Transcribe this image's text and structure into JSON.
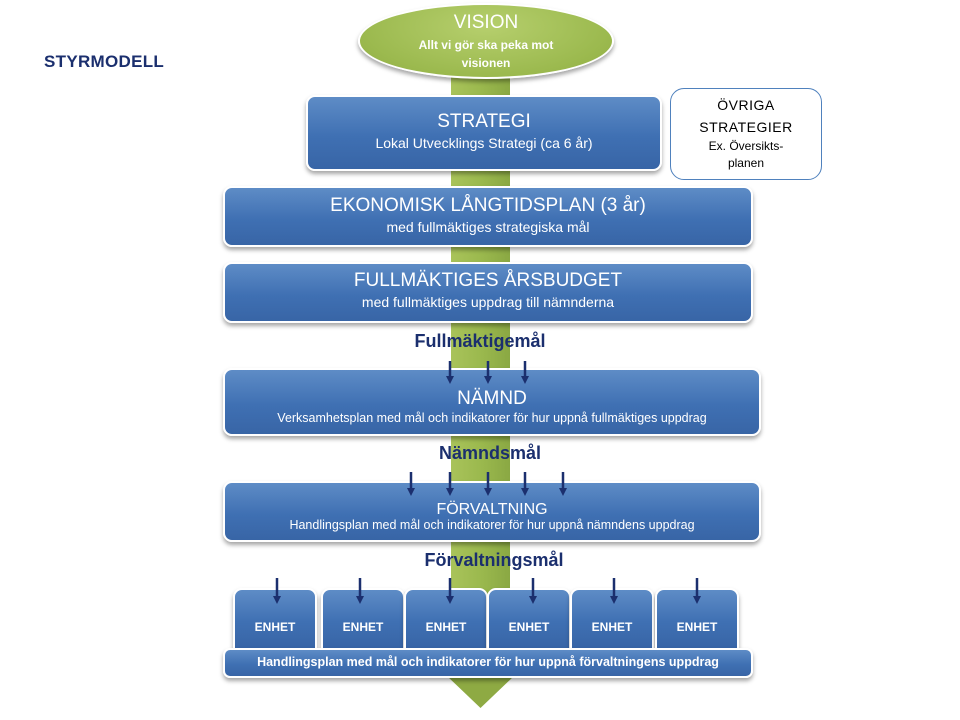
{
  "page_title": "STYRMODELL",
  "vision": {
    "title": "VISION",
    "subtitle": "Allt vi gör ska peka mot visionen"
  },
  "strategi": {
    "title": "STRATEGI",
    "subtitle": "Lokal Utvecklings Strategi (ca 6 år)"
  },
  "ovriga": {
    "title": "ÖVRIGA STRATEGIER",
    "subtitle": "Ex. Översikts-planen"
  },
  "ekonomisk": {
    "title": "EKONOMISK LÅNGTIDSPLAN (3 år)",
    "subtitle": "med fullmäktiges strategiska mål"
  },
  "budget": {
    "title": "FULLMÄKTIGES ÅRSBUDGET",
    "subtitle": "med fullmäktiges uppdrag till nämnderna"
  },
  "goals": {
    "fullmaktige": "Fullmäktigemål",
    "namnd": "Nämndsmål",
    "forvaltning": "Förvaltningsmål"
  },
  "namnd": {
    "title": "NÄMND",
    "subtitle": "Verksamhetsplan med mål och indikatorer för hur uppnå fullmäktiges uppdrag"
  },
  "forvaltning": {
    "title": "FÖRVALTNING",
    "subtitle": "Handlingsplan med mål och indikatorer för hur uppnå nämndens uppdrag"
  },
  "enheter": [
    "ENHET",
    "ENHET",
    "ENHET",
    "ENHET",
    "ENHET",
    "ENHET"
  ],
  "enhet_plan": "Handlingsplan med mål och indikatorer för hur uppnå förvaltningens uppdrag",
  "colors": {
    "box_blue": "#4472b0",
    "spine_green": "#9bb94e",
    "goal_text": "#1b2f6e",
    "arrow": "#1b2f6e"
  }
}
